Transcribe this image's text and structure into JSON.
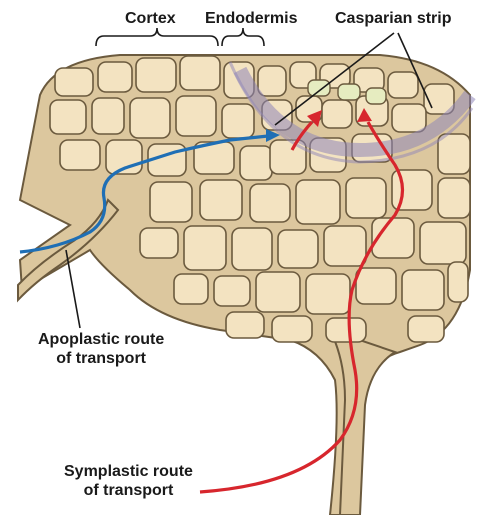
{
  "labels": {
    "cortex": "Cortex",
    "endodermis": "Endodermis",
    "casparian_strip": "Casparian strip",
    "apoplastic_line1": "Apoplastic route",
    "apoplastic_line2": "of transport",
    "symplastic_line1": "Symplastic route",
    "symplastic_line2": "of transport"
  },
  "colors": {
    "cell_fill": "#f3e3c1",
    "cell_wall": "#6b5a3e",
    "tissue_bg": "#dcc79e",
    "apoplastic_route": "#1f6fb5",
    "symplastic_route": "#d7262d",
    "casparian_band": "#8f86b8",
    "xylem_fill": "#e6ecc0"
  }
}
